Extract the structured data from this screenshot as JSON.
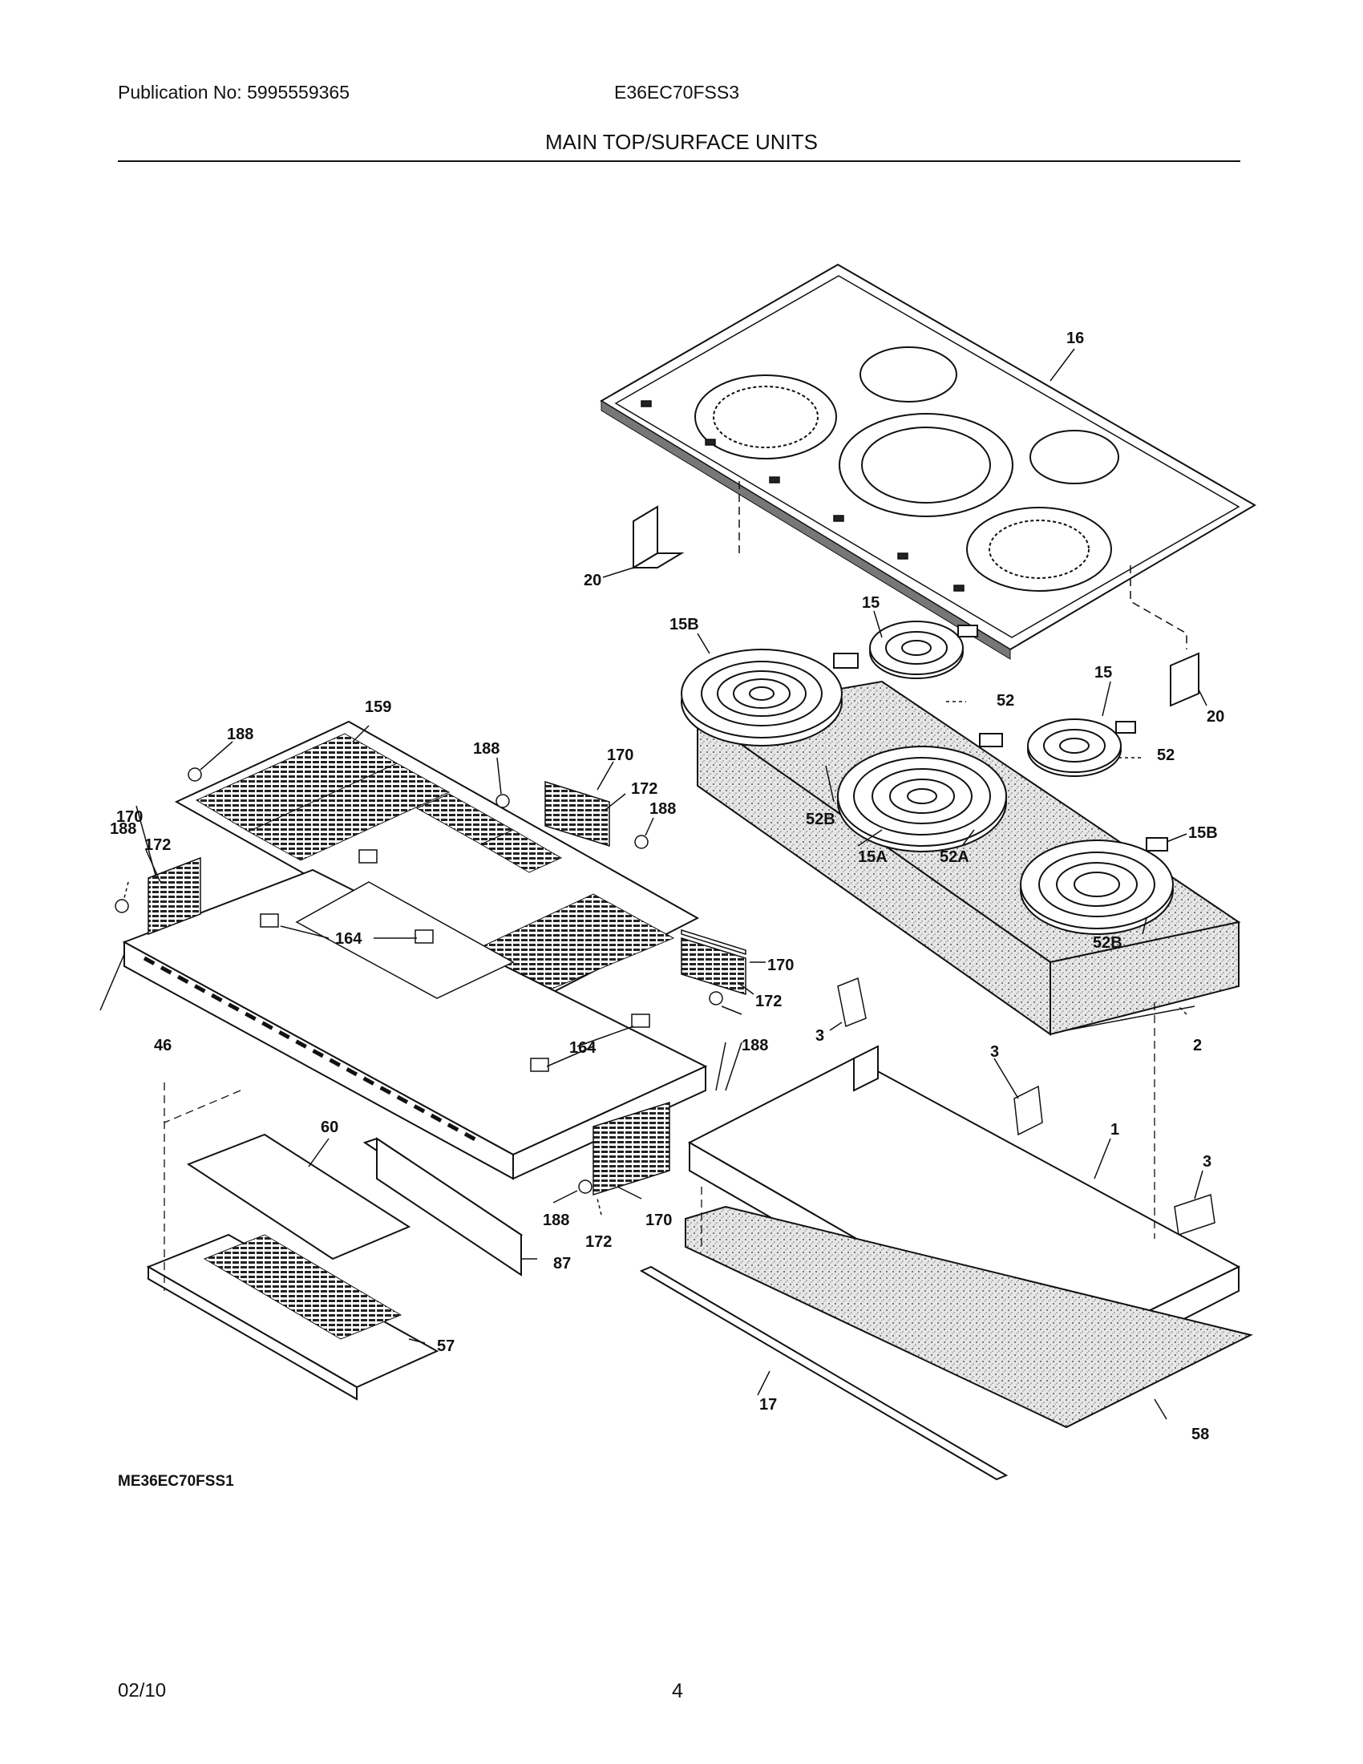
{
  "header": {
    "publication": "Publication No: 5995559365",
    "model": "E36EC70FSS3",
    "section_title": "MAIN TOP/SURFACE UNITS"
  },
  "diagram": {
    "callouts": {
      "c16": "16",
      "c20a": "20",
      "c20b": "20",
      "c15a": "15",
      "c15b": "15",
      "c15B_left": "15B",
      "c15B_right": "15B",
      "c15A": "15A",
      "c52a": "52",
      "c52b": "52",
      "c52B_top": "52B",
      "c52B_bottom": "52B",
      "c52A": "52A",
      "c2": "2",
      "c1": "1",
      "c3a": "3",
      "c3b": "3",
      "c3c": "3",
      "c17": "17",
      "c58": "58",
      "c159": "159",
      "c188a": "188",
      "c188b": "188",
      "c188c": "188",
      "c188d": "188",
      "c188e": "188",
      "c188f": "188",
      "c170a": "170",
      "c170b": "170",
      "c170c": "170",
      "c170d": "170",
      "c172a": "172",
      "c172b": "172",
      "c172c": "172",
      "c172d": "172",
      "c164a": "164",
      "c164b": "164",
      "c46": "46",
      "c60": "60",
      "c87": "87",
      "c57": "57"
    }
  },
  "footer": {
    "diagram_ref": "ME36EC70FSS1",
    "date": "02/10",
    "page_number": "4"
  }
}
